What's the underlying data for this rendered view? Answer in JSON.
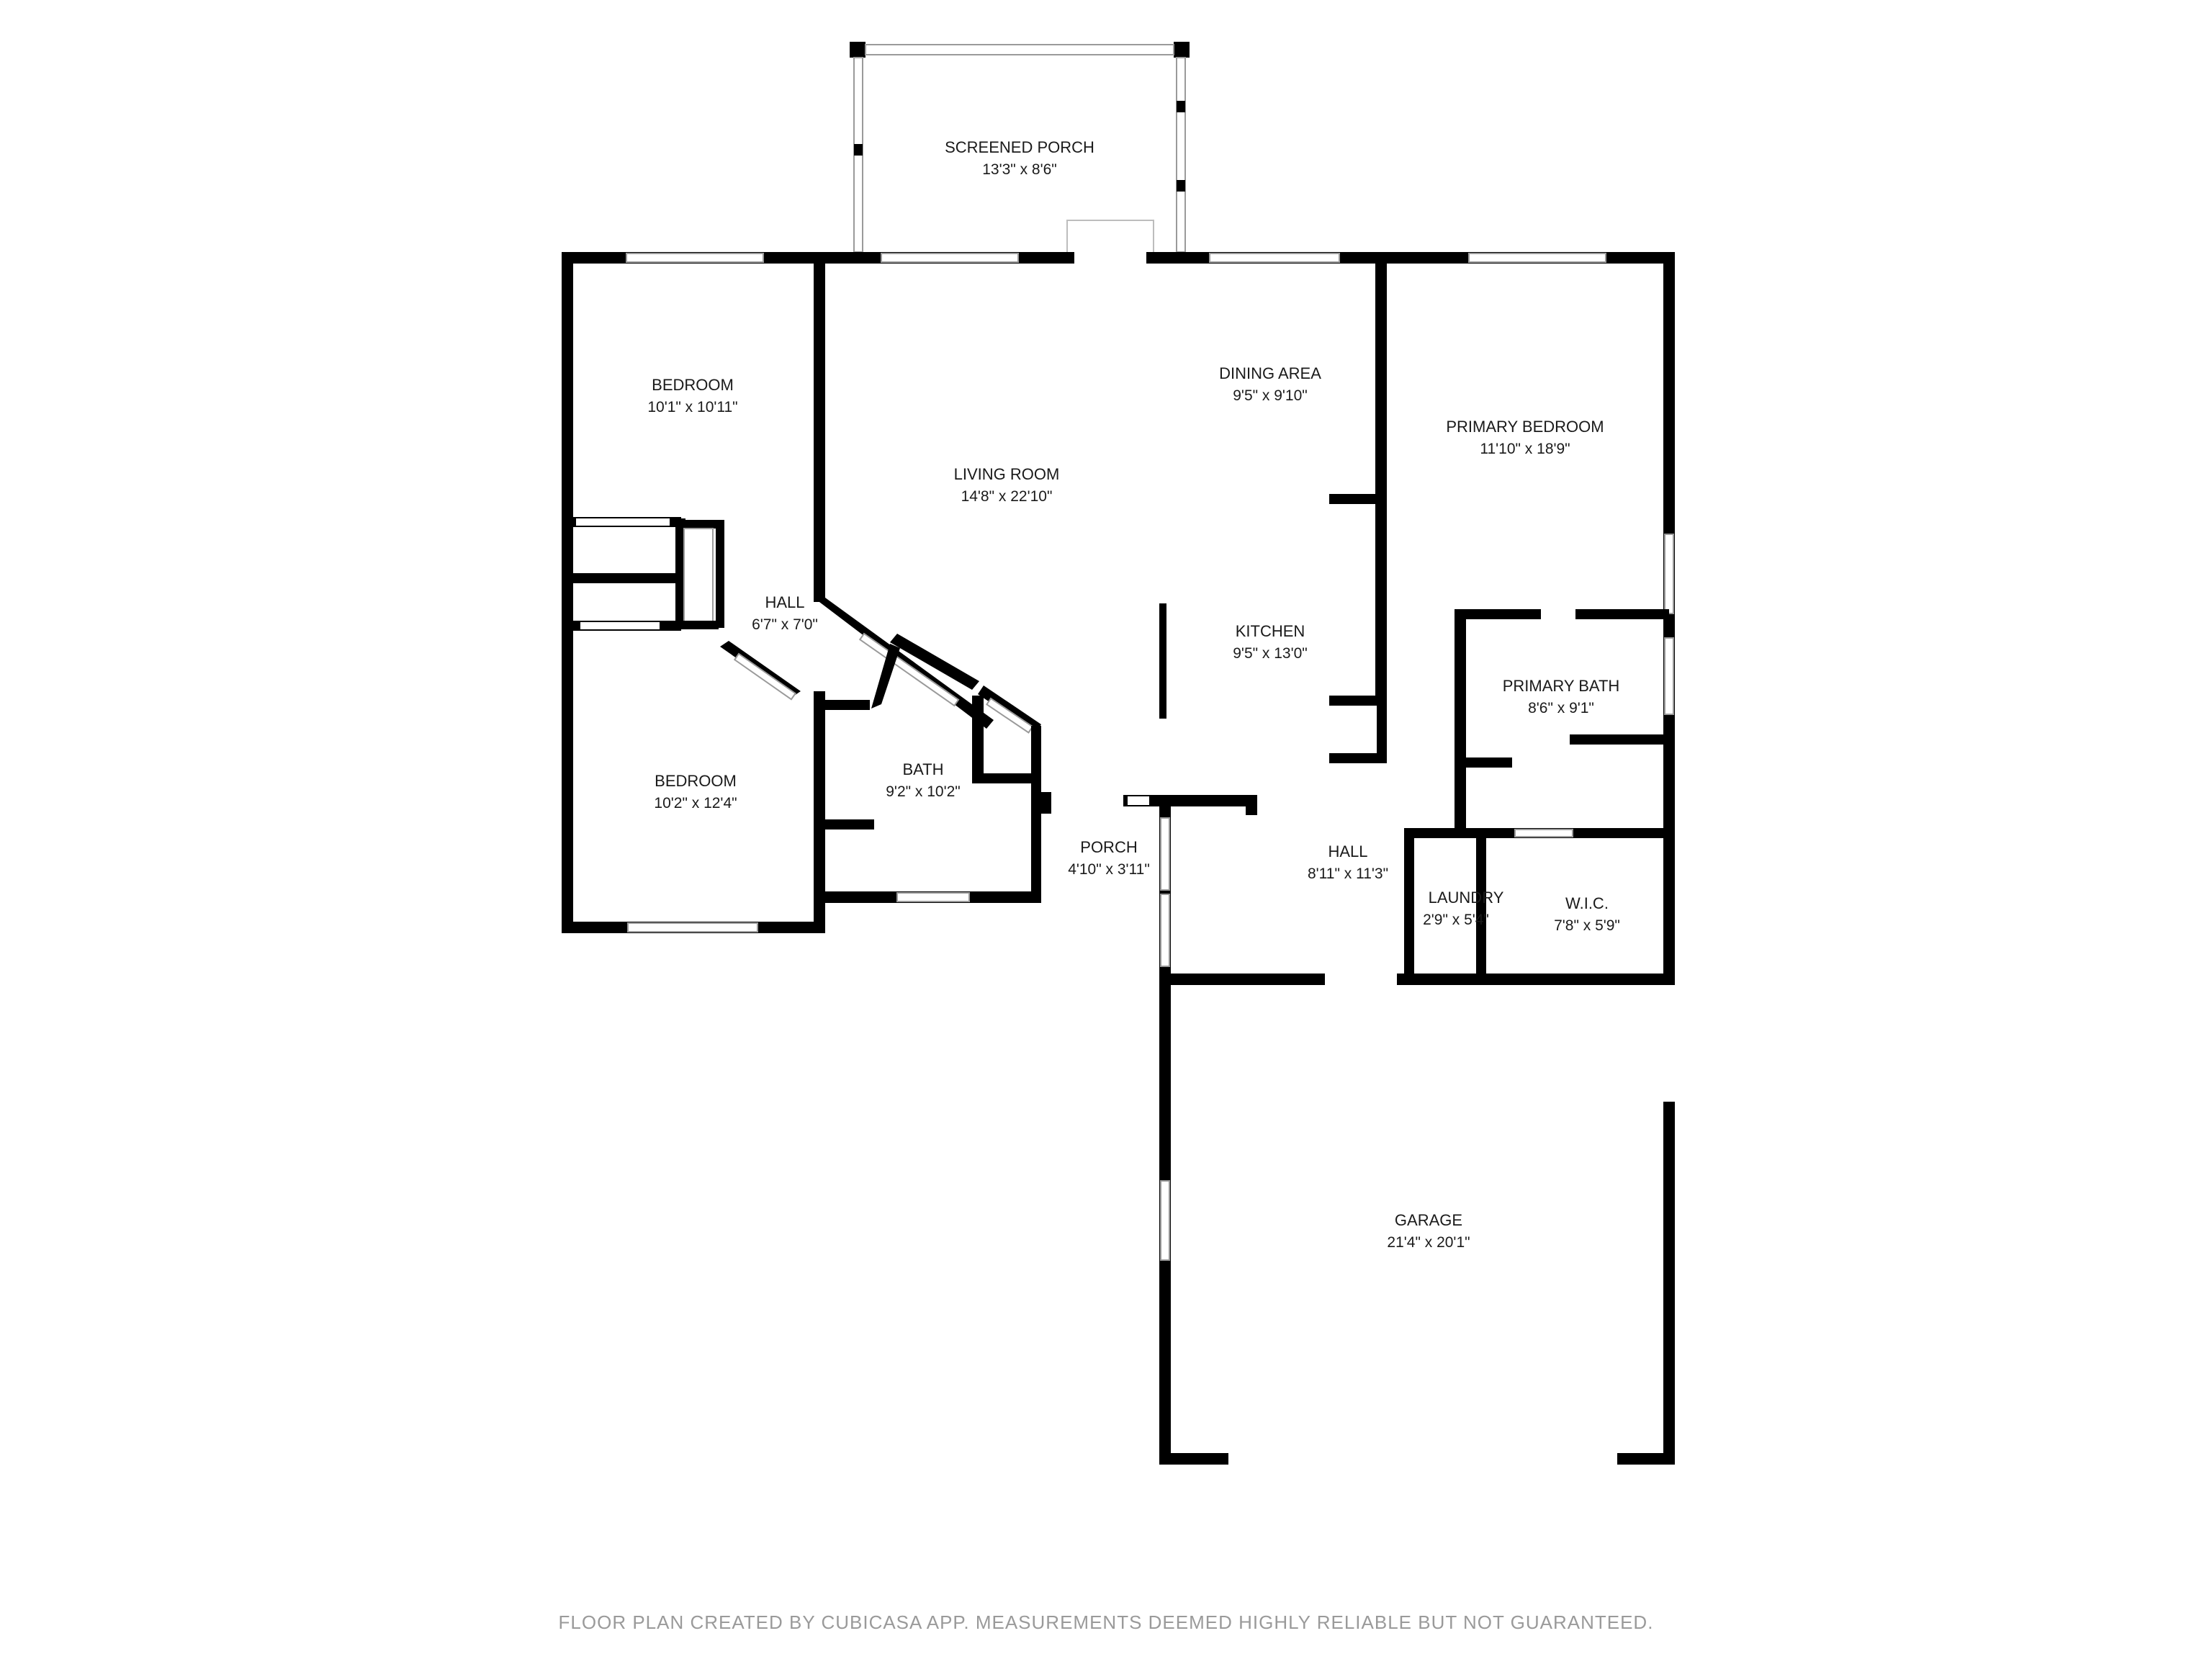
{
  "rooms": [
    {
      "id": "screened-porch",
      "name": "SCREENED PORCH",
      "dims": "13'3\" x 8'6\""
    },
    {
      "id": "bedroom-1",
      "name": "BEDROOM",
      "dims": "10'1\" x 10'11\""
    },
    {
      "id": "living-room",
      "name": "LIVING ROOM",
      "dims": "14'8\" x 22'10\""
    },
    {
      "id": "dining-area",
      "name": "DINING AREA",
      "dims": "9'5\" x 9'10\""
    },
    {
      "id": "primary-bedroom",
      "name": "PRIMARY BEDROOM",
      "dims": "11'10\" x 18'9\""
    },
    {
      "id": "hall-1",
      "name": "HALL",
      "dims": "6'7\" x 7'0\""
    },
    {
      "id": "kitchen",
      "name": "KITCHEN",
      "dims": "9'5\" x 13'0\""
    },
    {
      "id": "primary-bath",
      "name": "PRIMARY BATH",
      "dims": "8'6\" x 9'1\""
    },
    {
      "id": "bath",
      "name": "BATH",
      "dims": "9'2\" x 10'2\""
    },
    {
      "id": "bedroom-2",
      "name": "BEDROOM",
      "dims": "10'2\" x 12'4\""
    },
    {
      "id": "porch",
      "name": "PORCH",
      "dims": "4'10\" x 3'11\""
    },
    {
      "id": "hall-2",
      "name": "HALL",
      "dims": "8'11\" x 11'3\""
    },
    {
      "id": "laundry",
      "name": "LAUNDRY",
      "dims": "2'9\" x 5'4\""
    },
    {
      "id": "wic",
      "name": "W.I.C.",
      "dims": "7'8\" x 5'9\""
    },
    {
      "id": "garage",
      "name": "GARAGE",
      "dims": "21'4\" x 20'1\""
    }
  ],
  "footer": "FLOOR PLAN CREATED BY CUBICASA APP. MEASUREMENTS DEEMED HIGHLY RELIABLE BUT NOT GUARANTEED.",
  "colors": {
    "wall": "#000000",
    "footer_text": "#9a9a9a"
  }
}
